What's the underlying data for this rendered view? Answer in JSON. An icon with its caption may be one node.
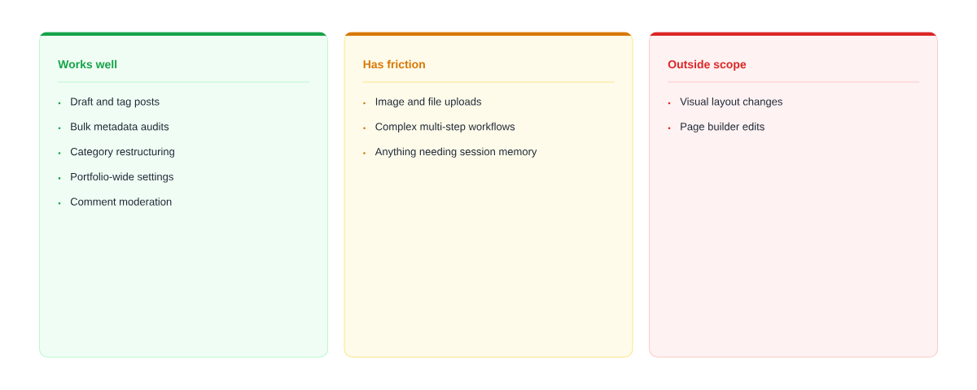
{
  "diagram": {
    "nodes": [
      {
        "text": [
          "Works well",
          "Draft and tag posts",
          "Bulk metadata audits",
          "Category restructuring",
          "Portfolio-wide settings",
          "Comment moderation"
        ]
      },
      {
        "text": [
          "Has friction",
          "Image and file uploads",
          "Complex multi-step workflows",
          "Anything needing session memory"
        ]
      },
      {
        "text": [
          "Outside scope",
          "Visual layout changes",
          "Page builder edits"
        ]
      }
    ]
  }
}
